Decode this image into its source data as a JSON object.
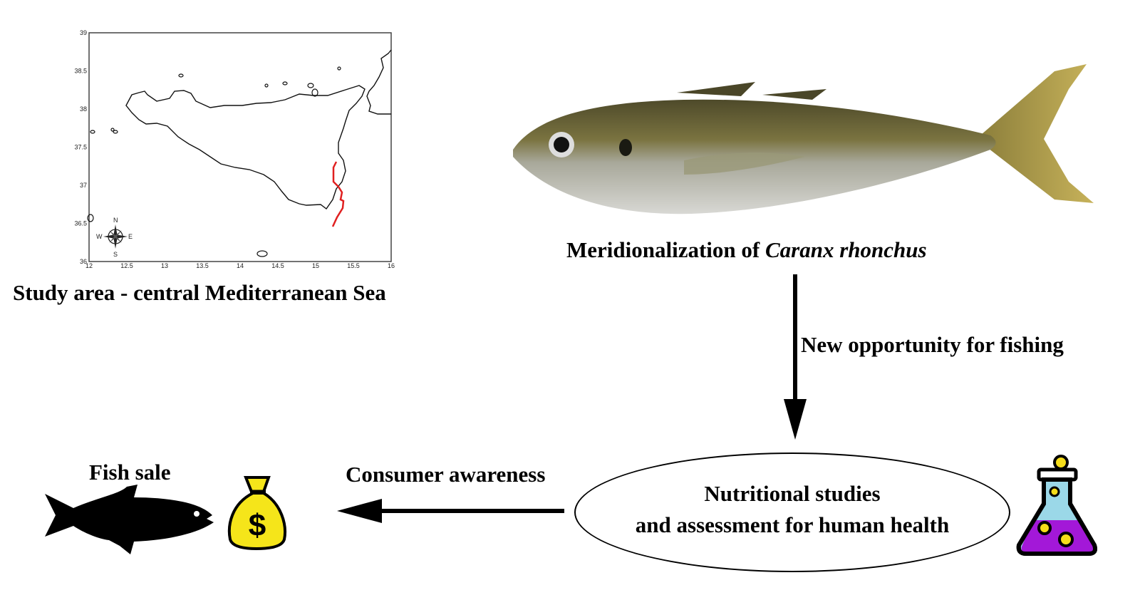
{
  "map": {
    "caption": "Study area - central Mediterranean Sea",
    "x_ticks": [
      "12",
      "12.5",
      "13",
      "13.5",
      "14",
      "14.5",
      "15",
      "15.5",
      "16"
    ],
    "y_ticks": [
      "39",
      "38.5",
      "38",
      "37.5",
      "37",
      "36.5",
      "36"
    ],
    "compass": {
      "n": "N",
      "s": "S",
      "e": "E",
      "w": "W"
    },
    "highlight_color": "#e02020"
  },
  "fish_photo": {
    "caption_prefix": "Meridionalization of ",
    "caption_species": "Caranx rhonchus"
  },
  "arrows": {
    "down_label": "New opportunity for fishing",
    "left_label": "Consumer awareness"
  },
  "ellipse": {
    "line1": "Nutritional studies",
    "line2": "and assessment for human health"
  },
  "sale": {
    "label": "Fish sale",
    "money_symbol": "$"
  },
  "icons": [
    "compass-rose-icon",
    "fish-silhouette-icon",
    "money-bag-icon",
    "lab-flask-icon"
  ]
}
